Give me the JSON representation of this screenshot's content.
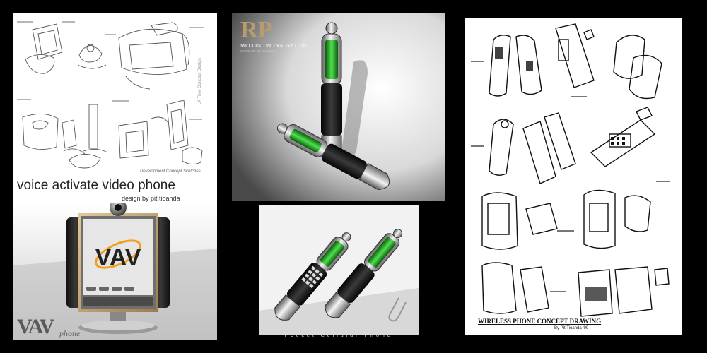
{
  "panel_video_phone": {
    "title": "voice activate video phone",
    "byline": "design by pit tioanda",
    "sketch_caption": "Development Concept Sketches",
    "side_note": "LA Tinie Concept Design",
    "screen_logo": "VAV",
    "brand_logo": "VAV",
    "brand_suffix": "phone"
  },
  "panel_pocket_phone": {
    "logo": "RP",
    "logo_subtitle": "MELLINIUM INNOVATION",
    "logo_tagline": "DESIGN BY PIT TIOANDA",
    "caption": "Pocket Cellular Phone"
  },
  "panel_wireless_sketch": {
    "title": "WIRELESS PHONE CONCEPT DRAWING",
    "byline": "By Pit Tioanda '99"
  },
  "colors": {
    "background": "#000000",
    "vav_orange": "#f0a020",
    "screen_green": "#2fc02f",
    "gold": "#b89c6c"
  }
}
